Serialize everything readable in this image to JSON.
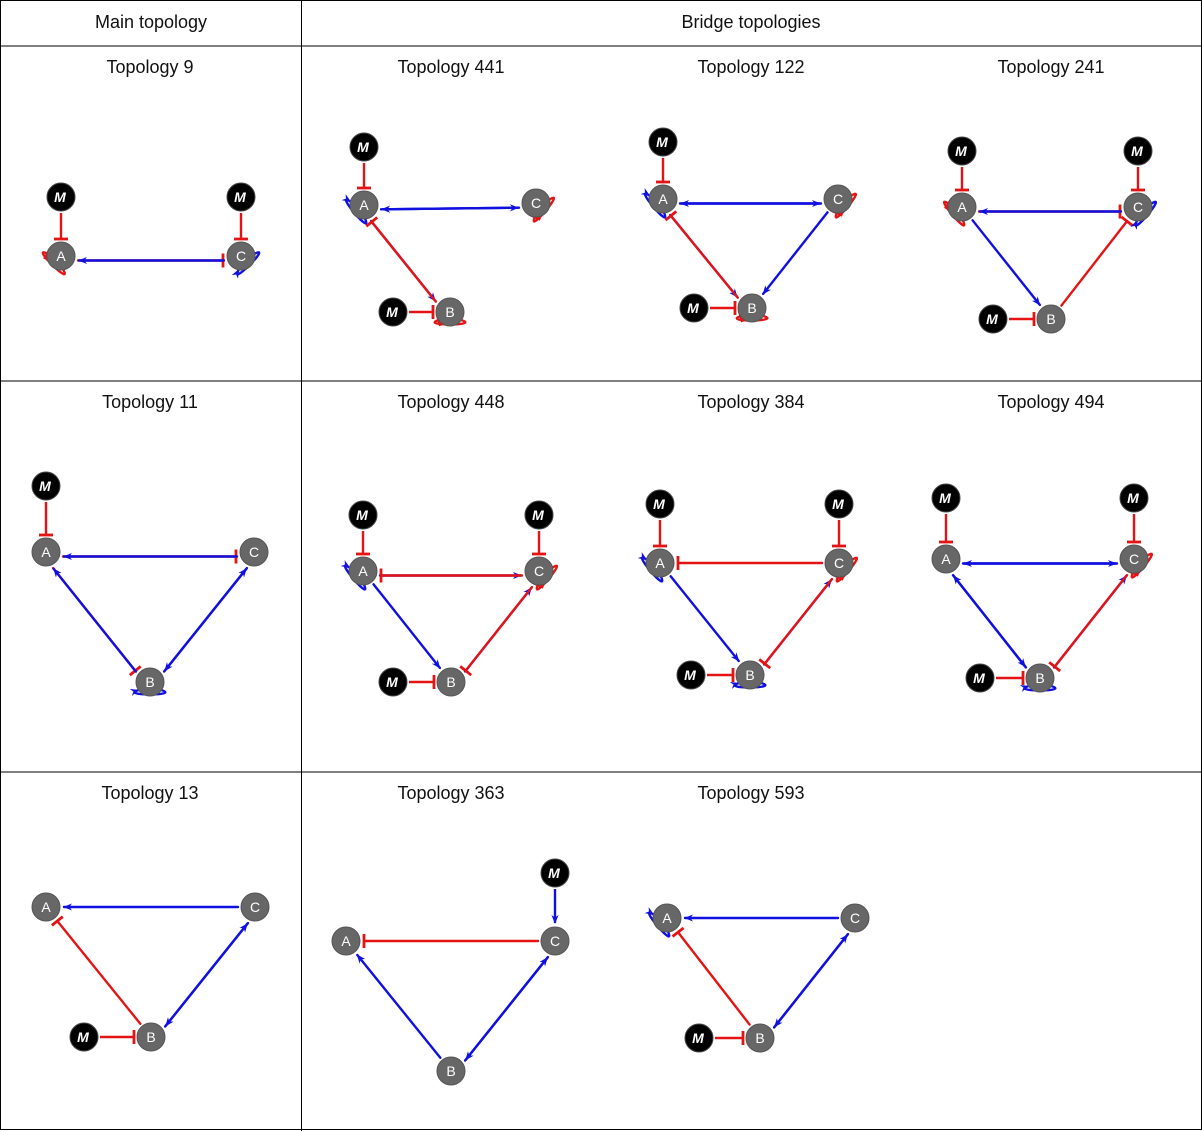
{
  "headers": {
    "main": "Main topology",
    "bridge": "Bridge topologies"
  },
  "colors": {
    "activation": "#1010e0",
    "inhibition": "#e41414",
    "node_fill": "#676767",
    "modulator_fill": "#000000"
  },
  "modulator_label": "M",
  "node_labels": {
    "A": "A",
    "B": "B",
    "C": "C"
  },
  "legend_semantics": {
    "blue": "activation (arrow)",
    "red": "inhibition (bar)"
  },
  "panels": [
    {
      "id": "t9",
      "title": "Topology 9",
      "m_targets": [
        "A",
        "C"
      ],
      "edges": [
        {
          "from": "A",
          "to": "C",
          "type": "inhibition"
        },
        {
          "from": "C",
          "to": "A",
          "type": "activation"
        },
        {
          "from": "A",
          "to": "A",
          "type": "inhibition"
        },
        {
          "from": "C",
          "to": "C",
          "type": "activation"
        }
      ]
    },
    {
      "id": "t441",
      "title": "Topology 441",
      "m_targets": [
        "A",
        "B"
      ],
      "edges": [
        {
          "from": "A",
          "to": "C",
          "type": "activation"
        },
        {
          "from": "C",
          "to": "A",
          "type": "activation"
        },
        {
          "from": "A",
          "to": "B",
          "type": "activation"
        },
        {
          "from": "B",
          "to": "A",
          "type": "inhibition"
        },
        {
          "from": "A",
          "to": "A",
          "type": "activation"
        },
        {
          "from": "C",
          "to": "C",
          "type": "inhibition"
        },
        {
          "from": "B",
          "to": "B",
          "type": "inhibition"
        }
      ]
    },
    {
      "id": "t122",
      "title": "Topology 122",
      "m_targets": [
        "A",
        "B"
      ],
      "edges": [
        {
          "from": "A",
          "to": "C",
          "type": "activation"
        },
        {
          "from": "C",
          "to": "A",
          "type": "activation"
        },
        {
          "from": "A",
          "to": "B",
          "type": "activation"
        },
        {
          "from": "B",
          "to": "A",
          "type": "inhibition"
        },
        {
          "from": "C",
          "to": "B",
          "type": "activation"
        },
        {
          "from": "A",
          "to": "A",
          "type": "activation"
        },
        {
          "from": "C",
          "to": "C",
          "type": "inhibition"
        },
        {
          "from": "B",
          "to": "B",
          "type": "inhibition"
        }
      ]
    },
    {
      "id": "t241",
      "title": "Topology 241",
      "m_targets": [
        "A",
        "C",
        "B"
      ],
      "edges": [
        {
          "from": "A",
          "to": "C",
          "type": "inhibition"
        },
        {
          "from": "C",
          "to": "A",
          "type": "activation"
        },
        {
          "from": "A",
          "to": "B",
          "type": "activation"
        },
        {
          "from": "B",
          "to": "C",
          "type": "inhibition"
        },
        {
          "from": "A",
          "to": "A",
          "type": "inhibition"
        },
        {
          "from": "C",
          "to": "C",
          "type": "activation"
        }
      ]
    },
    {
      "id": "t11",
      "title": "Topology 11",
      "m_targets": [
        "A"
      ],
      "edges": [
        {
          "from": "A",
          "to": "C",
          "type": "inhibition"
        },
        {
          "from": "C",
          "to": "A",
          "type": "activation"
        },
        {
          "from": "A",
          "to": "B",
          "type": "inhibition"
        },
        {
          "from": "B",
          "to": "A",
          "type": "activation"
        },
        {
          "from": "B",
          "to": "C",
          "type": "activation"
        },
        {
          "from": "C",
          "to": "B",
          "type": "activation"
        },
        {
          "from": "B",
          "to": "B",
          "type": "activation"
        }
      ]
    },
    {
      "id": "t448",
      "title": "Topology 448",
      "m_targets": [
        "A",
        "C",
        "B"
      ],
      "edges": [
        {
          "from": "A",
          "to": "C",
          "type": "activation"
        },
        {
          "from": "C",
          "to": "A",
          "type": "inhibition"
        },
        {
          "from": "A",
          "to": "B",
          "type": "activation"
        },
        {
          "from": "B",
          "to": "C",
          "type": "activation"
        },
        {
          "from": "C",
          "to": "B",
          "type": "inhibition"
        },
        {
          "from": "A",
          "to": "A",
          "type": "activation"
        },
        {
          "from": "C",
          "to": "C",
          "type": "inhibition"
        }
      ]
    },
    {
      "id": "t384",
      "title": "Topology 384",
      "m_targets": [
        "A",
        "C",
        "B"
      ],
      "edges": [
        {
          "from": "C",
          "to": "A",
          "type": "inhibition"
        },
        {
          "from": "A",
          "to": "B",
          "type": "activation"
        },
        {
          "from": "B",
          "to": "C",
          "type": "activation"
        },
        {
          "from": "C",
          "to": "B",
          "type": "inhibition"
        },
        {
          "from": "A",
          "to": "A",
          "type": "activation"
        },
        {
          "from": "C",
          "to": "C",
          "type": "inhibition"
        },
        {
          "from": "B",
          "to": "B",
          "type": "activation"
        }
      ]
    },
    {
      "id": "t494",
      "title": "Topology 494",
      "m_targets": [
        "A",
        "C",
        "B"
      ],
      "edges": [
        {
          "from": "A",
          "to": "C",
          "type": "activation"
        },
        {
          "from": "C",
          "to": "A",
          "type": "activation"
        },
        {
          "from": "A",
          "to": "B",
          "type": "activation"
        },
        {
          "from": "B",
          "to": "A",
          "type": "activation"
        },
        {
          "from": "B",
          "to": "C",
          "type": "activation"
        },
        {
          "from": "C",
          "to": "B",
          "type": "inhibition"
        },
        {
          "from": "C",
          "to": "C",
          "type": "inhibition"
        },
        {
          "from": "B",
          "to": "B",
          "type": "activation"
        }
      ]
    },
    {
      "id": "t13",
      "title": "Topology 13",
      "m_targets": [
        "B"
      ],
      "edges": [
        {
          "from": "C",
          "to": "A",
          "type": "activation"
        },
        {
          "from": "B",
          "to": "A",
          "type": "inhibition"
        },
        {
          "from": "B",
          "to": "C",
          "type": "activation"
        },
        {
          "from": "C",
          "to": "B",
          "type": "activation"
        }
      ]
    },
    {
      "id": "t363",
      "title": "Topology 363",
      "m_targets": [
        "C"
      ],
      "edges": [
        {
          "from": "C",
          "to": "A",
          "type": "inhibition"
        },
        {
          "from": "B",
          "to": "A",
          "type": "activation"
        },
        {
          "from": "B",
          "to": "C",
          "type": "activation"
        },
        {
          "from": "C",
          "to": "B",
          "type": "activation"
        }
      ]
    },
    {
      "id": "t593",
      "title": "Topology 593",
      "m_targets": [
        "B"
      ],
      "edges": [
        {
          "from": "C",
          "to": "A",
          "type": "activation"
        },
        {
          "from": "B",
          "to": "A",
          "type": "inhibition"
        },
        {
          "from": "B",
          "to": "C",
          "type": "activation"
        },
        {
          "from": "C",
          "to": "B",
          "type": "activation"
        },
        {
          "from": "A",
          "to": "A",
          "type": "activation"
        }
      ]
    }
  ]
}
